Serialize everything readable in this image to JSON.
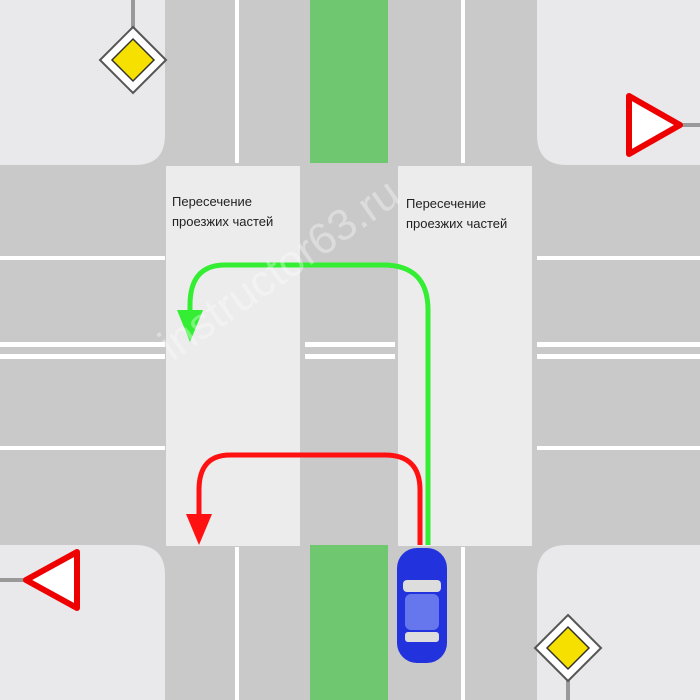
{
  "labels": {
    "left_zone_line1": "Пересечение",
    "left_zone_line2": "проезжих частей",
    "right_zone_line1": "Пересечение",
    "right_zone_line2": "проезжих частей"
  },
  "watermark": "instructor63.ru",
  "colors": {
    "road": "#c9c9c9",
    "sidewalk": "#e9e9eb",
    "intersection_zone": "#ececec",
    "median": "#6fc86f",
    "correct_path": "#33ee33",
    "wrong_path": "#ff1111",
    "car": "#2233dd"
  },
  "signs": [
    "main-road-sign",
    "yield-sign",
    "yield-sign",
    "main-road-sign"
  ]
}
